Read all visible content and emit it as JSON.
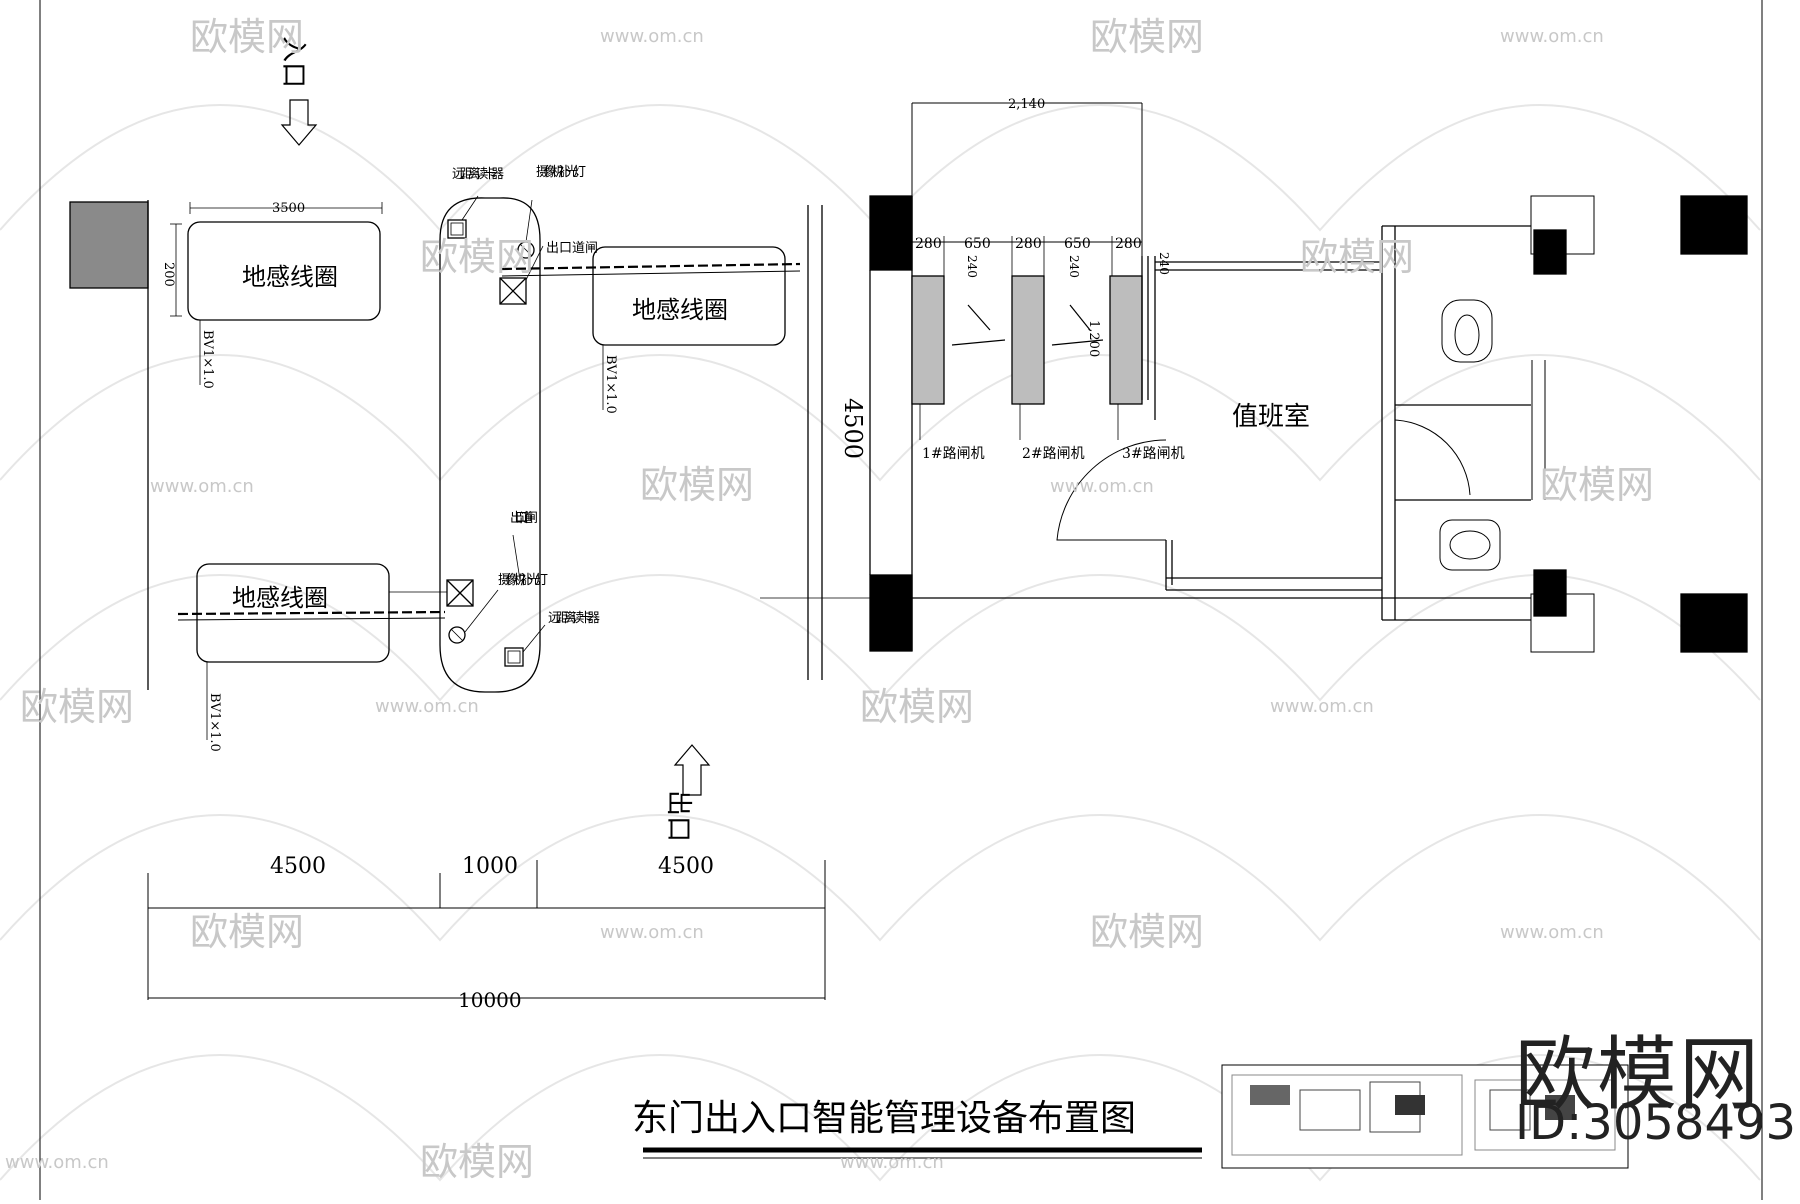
{
  "title": "东门出入口智能管理设备布置图",
  "left_plan": {
    "entry_label": "入口",
    "exit_label": "出口",
    "loop_label": "地感线圈",
    "loop_width_dim": "3500",
    "loop_height_dim": "200",
    "cable_label": "BV1×1.0",
    "reader_label": "远距离读卡器",
    "camera_label": "摄像机/补光灯",
    "entry_gate_label": "出口道闸",
    "exit_gate_label": "出口道闸",
    "dims_bottom": [
      "4500",
      "1000",
      "4500"
    ],
    "dim_total": "10000",
    "dim_side": "4500"
  },
  "right_plan": {
    "dim_top": "2,140",
    "dims_lane": [
      "280",
      "650",
      "280",
      "650",
      "280"
    ],
    "dim_240a": "240",
    "dim_240b": "240",
    "dim_240c": "240",
    "dim_1200": "1,200",
    "gate_labels": [
      "1#路闸机",
      "2#路闸机",
      "3#路闸机"
    ],
    "duty_room": "值班室"
  },
  "watermark": {
    "brand": "欧模网",
    "site": "www.om.cn",
    "id_text": "ID:3058493"
  }
}
